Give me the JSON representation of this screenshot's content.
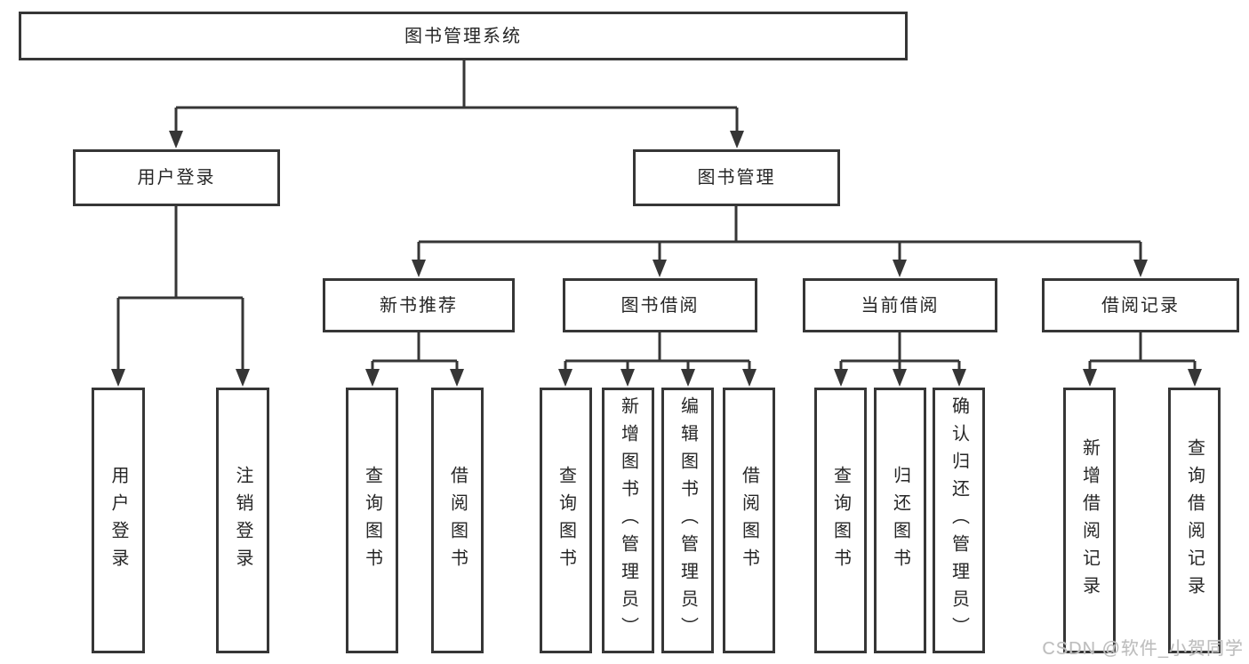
{
  "colors": {
    "line": "#363636",
    "box_border": "#363636",
    "text": "#262626",
    "watermark": "#bdbdbd",
    "background": "#ffffff"
  },
  "tree": {
    "root": {
      "label": "图书管理系统"
    },
    "level2": [
      {
        "label": "用户登录",
        "leaves": [
          {
            "label": "用户登录"
          },
          {
            "label": "注销登录"
          }
        ]
      },
      {
        "label": "图书管理",
        "groups": [
          {
            "label": "新书推荐",
            "leaves": [
              {
                "label": "查询图书"
              },
              {
                "label": "借阅图书"
              }
            ]
          },
          {
            "label": "图书借阅",
            "leaves": [
              {
                "label": "查询图书"
              },
              {
                "label": "新增图书（管理员）"
              },
              {
                "label": "编辑图书（管理员）"
              },
              {
                "label": "借阅图书"
              }
            ]
          },
          {
            "label": "当前借阅",
            "leaves": [
              {
                "label": "查询图书"
              },
              {
                "label": "归还图书"
              },
              {
                "label": "确认归还（管理员）"
              }
            ]
          },
          {
            "label": "借阅记录",
            "leaves": [
              {
                "label": "新增借阅记录"
              },
              {
                "label": "查询借阅记录"
              }
            ]
          }
        ]
      }
    ]
  },
  "watermark": {
    "text": "CSDN @软件_小贺同学"
  }
}
